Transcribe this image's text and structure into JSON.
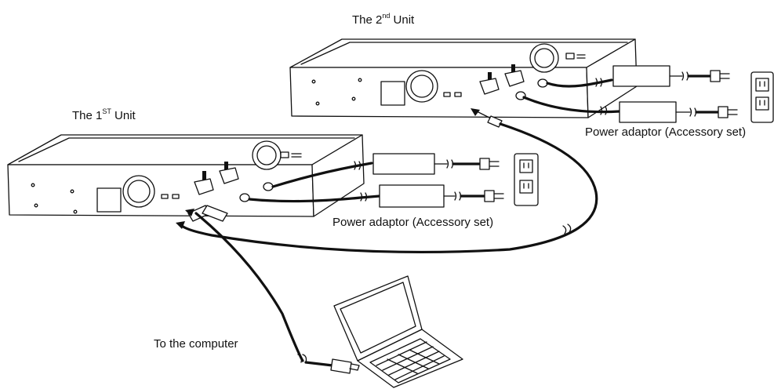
{
  "labels": {
    "unit2_prefix": "The 2",
    "unit2_sup": "nd",
    "unit2_suffix": " Unit",
    "unit1_prefix": "The 1",
    "unit1_sup": "ST",
    "unit1_suffix": " Unit",
    "power_adaptor_upper": "Power adaptor (Accessory set)",
    "power_adaptor_lower": "Power adaptor (Accessory set)",
    "to_computer": "To the computer"
  },
  "icons": [
    "unit-icon",
    "fan-icon",
    "power-adaptor-icon",
    "power-plug-icon",
    "wall-outlet-icon",
    "laptop-icon",
    "usb-connector-icon"
  ],
  "colors": {
    "line": "#111111",
    "background": "#ffffff"
  }
}
